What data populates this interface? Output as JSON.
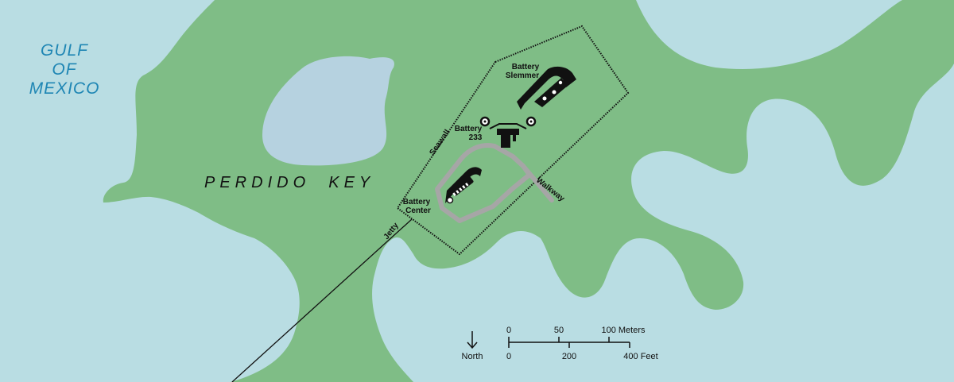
{
  "labels": {
    "gulf_line1": "GULF",
    "gulf_line2": "OF",
    "gulf_line3": "MEXICO",
    "island": "PERDIDO  KEY",
    "seawall": "Seawall",
    "jetty": "Jetty",
    "walkway": "Walkway",
    "battery_slemmer_1": "Battery",
    "battery_slemmer_2": "Slemmer",
    "battery_233_1": "Battery",
    "battery_233_2": "233",
    "battery_center_1": "Battery",
    "battery_center_2": "Center"
  },
  "north": {
    "label": "North"
  },
  "scale": {
    "meters": [
      "0",
      "50",
      "100 Meters"
    ],
    "feet": [
      "0",
      "200",
      "400 Feet"
    ]
  },
  "colors": {
    "water": "#b9dde3",
    "land": "#7fbd86",
    "lagoon": "#b6d2e0",
    "path": "#a6a6a6",
    "ink": "#111111",
    "water_label": "#1f86b4"
  }
}
